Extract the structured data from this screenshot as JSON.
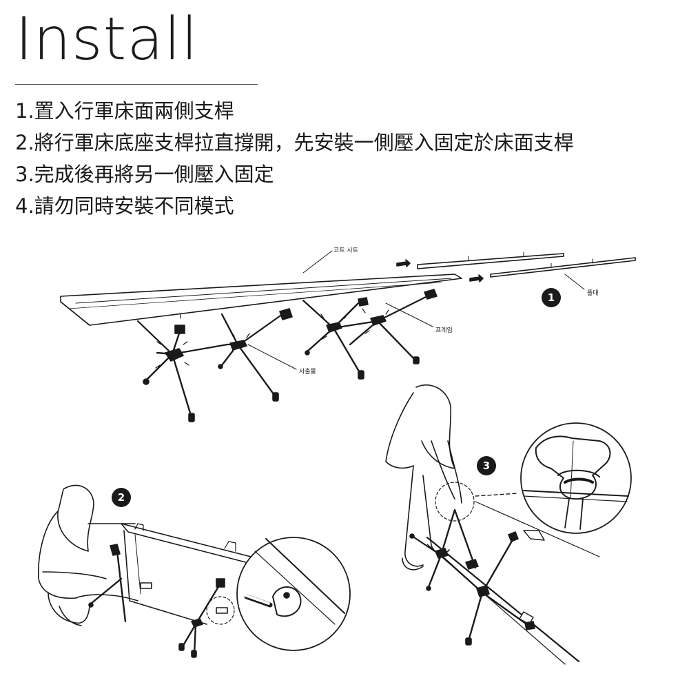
{
  "header": {
    "title": "Install"
  },
  "steps": [
    "1.置入行軍床面兩側支桿",
    "2.將行軍床底座支桿拉直撐開，先安裝一側壓入固定於床面支桿",
    "3.完成後再將另一側壓入固定",
    "4.請勿同時安裝不同模式"
  ],
  "diagram": {
    "labels": {
      "seat": "코트 시트",
      "pole": "폴대",
      "frame": "프레임",
      "joint": "사출물"
    },
    "markers": [
      "1",
      "2",
      "3"
    ]
  }
}
